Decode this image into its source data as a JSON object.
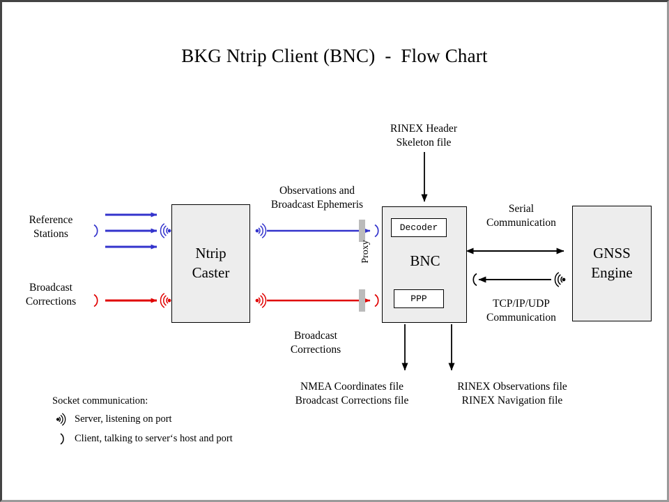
{
  "title": "BKG Ntrip Client (BNC)  -  Flow Chart",
  "colors": {
    "blue": "#3333cc",
    "red": "#e00000",
    "box_fill": "#ededed",
    "stroke": "#000000",
    "proxy_bar": "#bbbbbb",
    "frame_light": "#9a9a9a",
    "frame_dark": "#444444"
  },
  "nodes": {
    "ntrip_caster": {
      "line1": "Ntrip",
      "line2": "Caster"
    },
    "bnc": {
      "title": "BNC",
      "decoder": "Decoder",
      "ppp": "PPP"
    },
    "gnss_engine": {
      "line1": "GNSS",
      "line2": "Engine"
    }
  },
  "labels": {
    "reference_stations": "Reference\nStations",
    "broadcast_corrections_in": "Broadcast\nCorrections",
    "observations_ephemeris": "Observations and\nBroadcast Ephemeris",
    "broadcast_corrections_mid": "Broadcast\nCorrections",
    "rinex_header_skeleton": "RINEX Header\nSkeleton file",
    "serial_communication": "Serial\nCommunication",
    "tcpip_communication": "TCP/IP/UDP\nCommunication",
    "proxy": "Proxy",
    "output_left": "NMEA Coordinates file\nBroadcast Corrections file",
    "output_right": "RINEX Observations file\nRINEX Navigation file"
  },
  "legend": {
    "title": "Socket communication:",
    "items": [
      {
        "glyph": "server-signal-icon",
        "text": "Server, listening  on port"
      },
      {
        "glyph": "client-paren-icon",
        "text": "Client, talking to server‘s  host and port"
      }
    ]
  }
}
